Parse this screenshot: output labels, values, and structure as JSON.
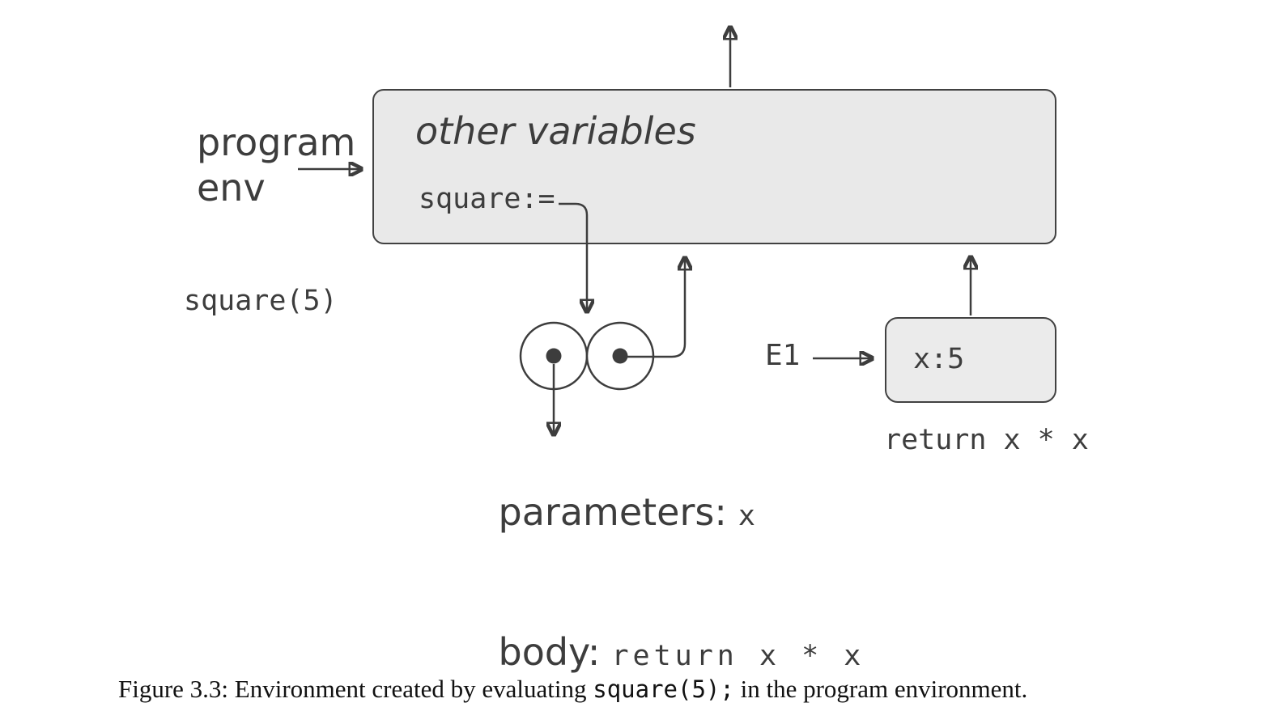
{
  "figure": {
    "program_env": {
      "label_line1": "program",
      "label_line2": "env"
    },
    "call_expression": "square(5)",
    "env_box": {
      "heading": "other variables",
      "binding_name": "square:="
    },
    "function_object": {
      "parameters_label": "parameters:",
      "parameters_value": "x",
      "body_label": "body:",
      "body_value": "return x * x"
    },
    "frame_e1": {
      "label": "E1",
      "entry": "x:5",
      "return_expression": "return x * x"
    },
    "colors": {
      "ink": "#3d3d3d",
      "border": "#414141",
      "env_box_fill": "#e9e9e9",
      "frame_fill": "#ebebeb",
      "caption_ink": "#111111"
    }
  },
  "caption": {
    "prefix": "Figure 3.3: Environment created by evaluating ",
    "code": "square(5);",
    "suffix": " in the program environment."
  }
}
